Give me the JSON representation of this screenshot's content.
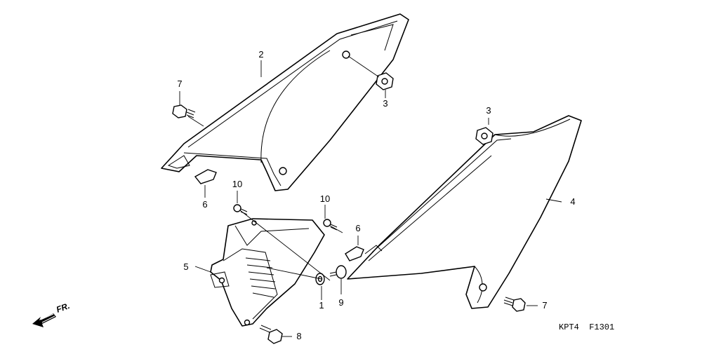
{
  "diagram": {
    "callouts": {
      "c1": "1",
      "c2": "2",
      "c3a": "3",
      "c3b": "3",
      "c4": "4",
      "c5": "5",
      "c6a": "6",
      "c6b": "6",
      "c7a": "7",
      "c7b": "7",
      "c8": "8",
      "c9": "9",
      "c10a": "10",
      "c10b": "10"
    },
    "front_indicator": "FR.",
    "drawing_code": "KPT4  F1301"
  }
}
